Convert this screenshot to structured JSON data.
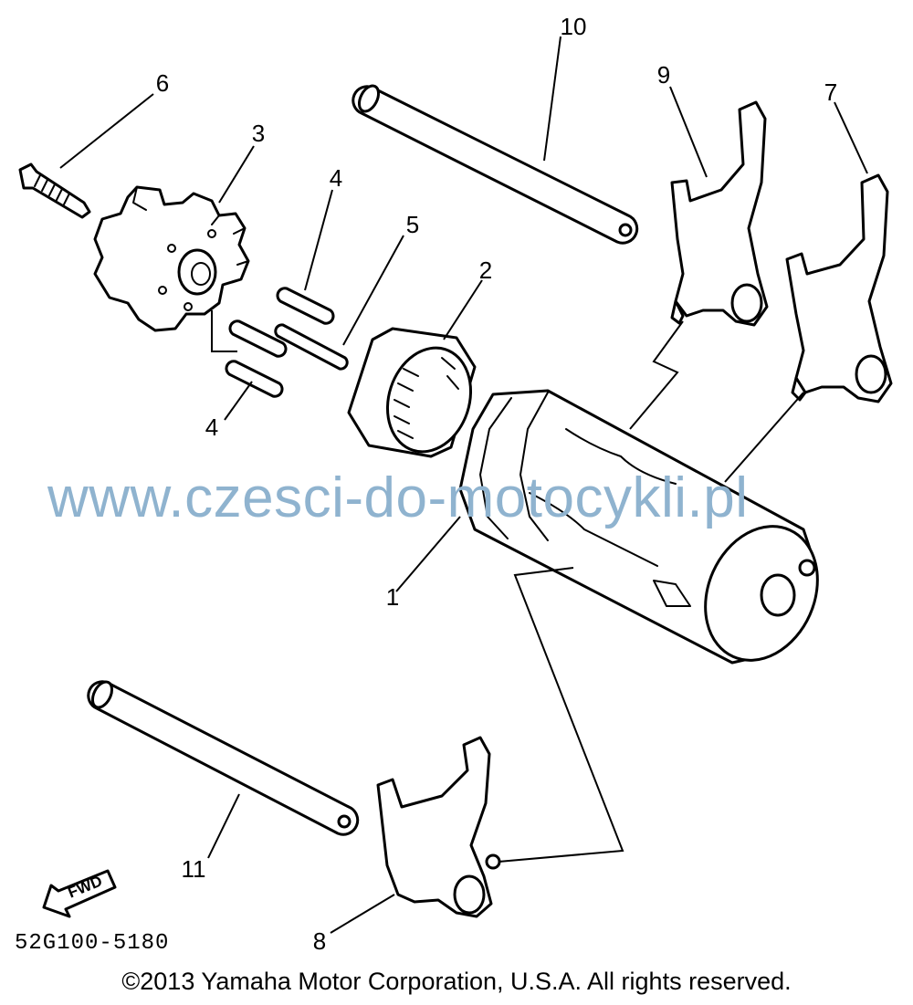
{
  "callouts": {
    "c1": "1",
    "c2": "2",
    "c3": "3",
    "c4a": "4",
    "c4b": "4",
    "c5": "5",
    "c6": "6",
    "c7": "7",
    "c8": "8",
    "c9": "9",
    "c10": "10",
    "c11": "11"
  },
  "watermark": "www.czesci-do-motocykli.pl",
  "fwd_label": "FWD",
  "diagram_code": "52G100-5180",
  "copyright": "©2013 Yamaha Motor Corporation, U.S.A. All rights reserved.",
  "colors": {
    "watermark": "#8fb3cf",
    "line": "#000000",
    "background": "#ffffff"
  }
}
